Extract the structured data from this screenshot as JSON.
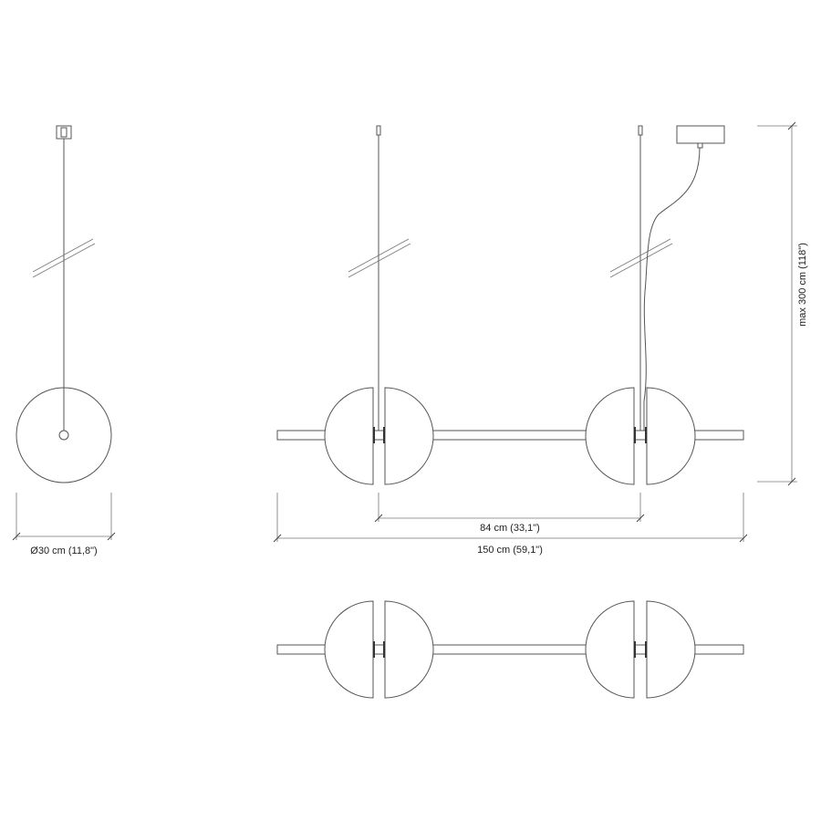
{
  "dimensions": {
    "single_diameter": "Ø30 cm (11,8\")",
    "pendant_spacing": "84 cm (33,1\")",
    "overall_length": "150 cm (59,1\")",
    "max_height": "max 300 cm (118\")"
  }
}
